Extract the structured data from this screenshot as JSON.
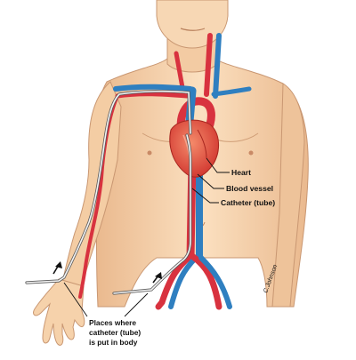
{
  "labels": {
    "heart": "Heart",
    "blood_vessel": "Blood vessel",
    "catheter": "Catheter (tube)",
    "places_line1": "Places where",
    "places_line2": "catheter (tube)",
    "places_line3": "is put in body"
  },
  "colors": {
    "skin": "#f6d4ae",
    "skin_shadow": "#e3b48a",
    "artery": "#d8323f",
    "vein": "#2f7fc0",
    "heart": "#e3473c",
    "catheter": "#f2f2f2",
    "background": "#ffffff"
  }
}
